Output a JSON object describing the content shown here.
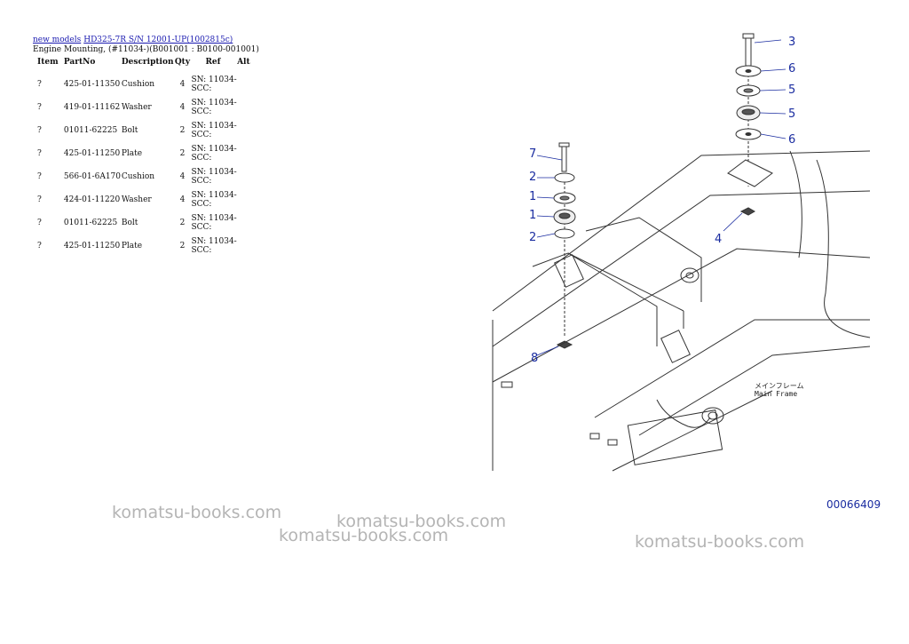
{
  "breadcrumb": {
    "link1": "new models",
    "link2": "HD325-7R S/N 12001-UP(1002815c)"
  },
  "subtitle": "Engine Mounting, (#11034-)(B001001 : B0100-001001)",
  "table": {
    "headers": [
      "Item",
      "PartNo",
      "Description",
      "Qty",
      "Ref",
      "Alt"
    ],
    "rows": [
      {
        "item": "?",
        "part": "425-01-11350",
        "desc": "Cushion",
        "qty": "4",
        "ref": "SN: 11034-SCC:",
        "alt": ""
      },
      {
        "item": "?",
        "part": "419-01-11162",
        "desc": "Washer",
        "qty": "4",
        "ref": "SN: 11034-SCC:",
        "alt": ""
      },
      {
        "item": "?",
        "part": "01011-62225",
        "desc": "Bolt",
        "qty": "2",
        "ref": "SN: 11034-SCC:",
        "alt": ""
      },
      {
        "item": "?",
        "part": "425-01-11250",
        "desc": "Plate",
        "qty": "2",
        "ref": "SN: 11034-SCC:",
        "alt": ""
      },
      {
        "item": "?",
        "part": "566-01-6A170",
        "desc": "Cushion",
        "qty": "4",
        "ref": "SN: 11034-SCC:",
        "alt": ""
      },
      {
        "item": "?",
        "part": "424-01-11220",
        "desc": "Washer",
        "qty": "4",
        "ref": "SN: 11034-SCC:",
        "alt": ""
      },
      {
        "item": "?",
        "part": "01011-62225",
        "desc": "Bolt",
        "qty": "2",
        "ref": "SN: 11034-SCC:",
        "alt": ""
      },
      {
        "item": "?",
        "part": "425-01-11250",
        "desc": "Plate",
        "qty": "2",
        "ref": "SN: 11034-SCC:",
        "alt": ""
      }
    ]
  },
  "drawing": {
    "callouts": [
      "3",
      "6",
      "5",
      "5",
      "6",
      "7",
      "2",
      "1",
      "1",
      "2",
      "4",
      "8"
    ],
    "frame_label_jp": "メインフレーム",
    "frame_label_en": "Main Frame",
    "figure_number": "00066409"
  },
  "watermarks": [
    "komatsu-books.com",
    "komatsu-books.com",
    "komatsu-books.com",
    "komatsu-books.com"
  ],
  "colors": {
    "link": "#1a1ab0",
    "callout": "#1a2ca0",
    "watermark": "#b4b4b4"
  }
}
